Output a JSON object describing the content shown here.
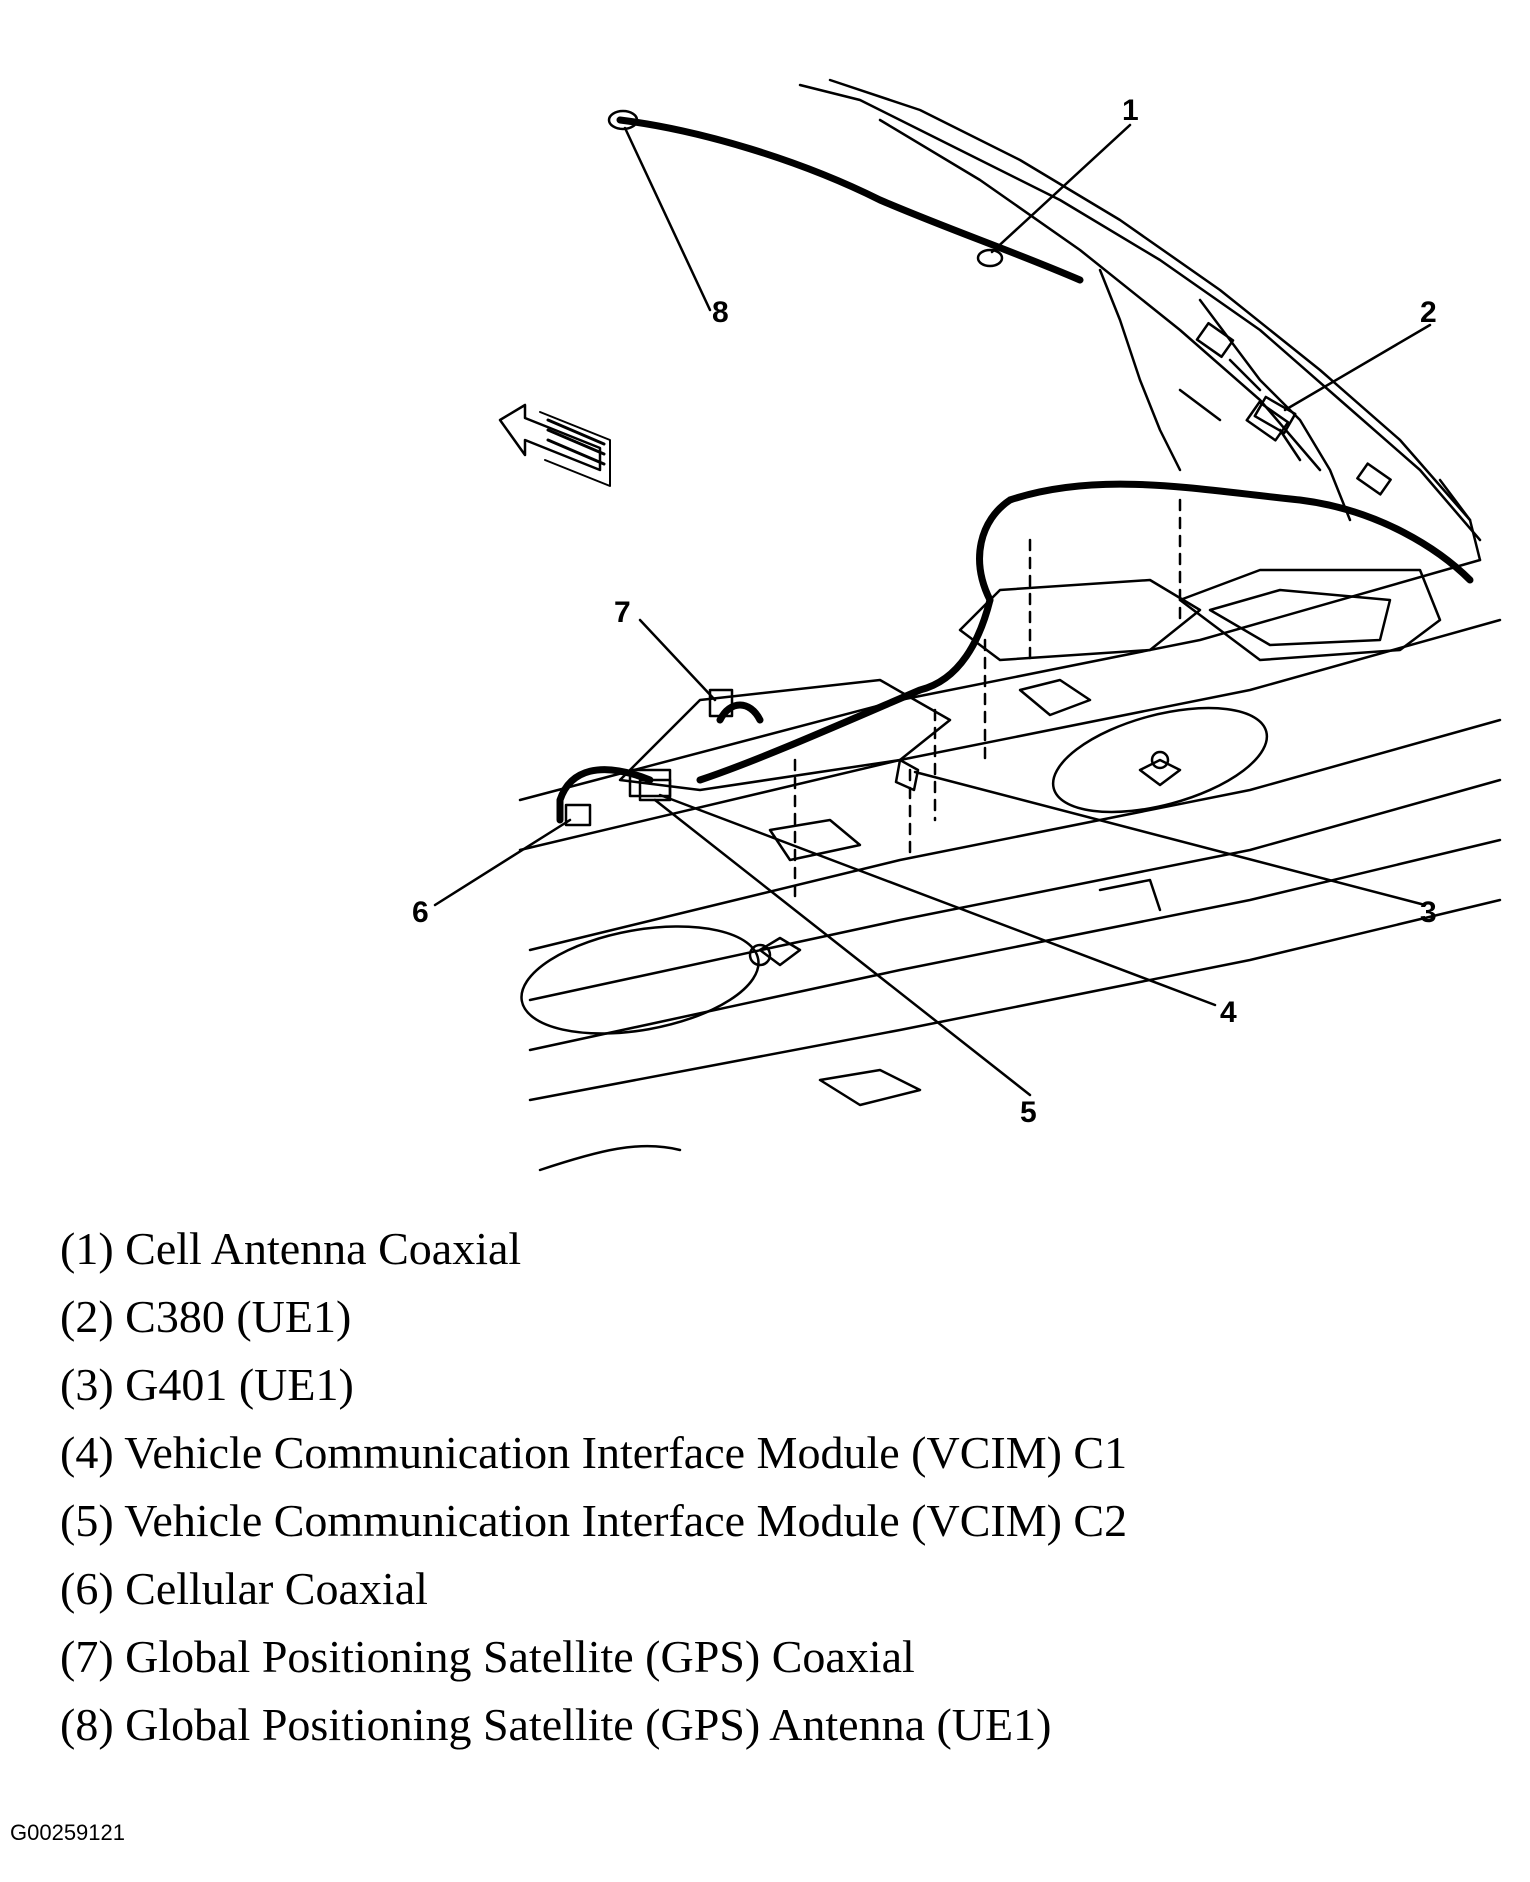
{
  "diagram": {
    "callouts": [
      "1",
      "2",
      "3",
      "4",
      "5",
      "6",
      "7",
      "8"
    ]
  },
  "legend": [
    "(1) Cell Antenna Coaxial",
    "(2) C380 (UE1)",
    "(3) G401 (UE1)",
    "(4) Vehicle Communication Interface Module (VCIM) C1",
    "(5) Vehicle Communication Interface Module (VCIM) C2",
    "(6) Cellular Coaxial",
    "(7) Global Positioning Satellite (GPS) Coaxial",
    "(8) Global Positioning Satellite (GPS) Antenna (UE1)"
  ],
  "figure_code": "G00259121"
}
